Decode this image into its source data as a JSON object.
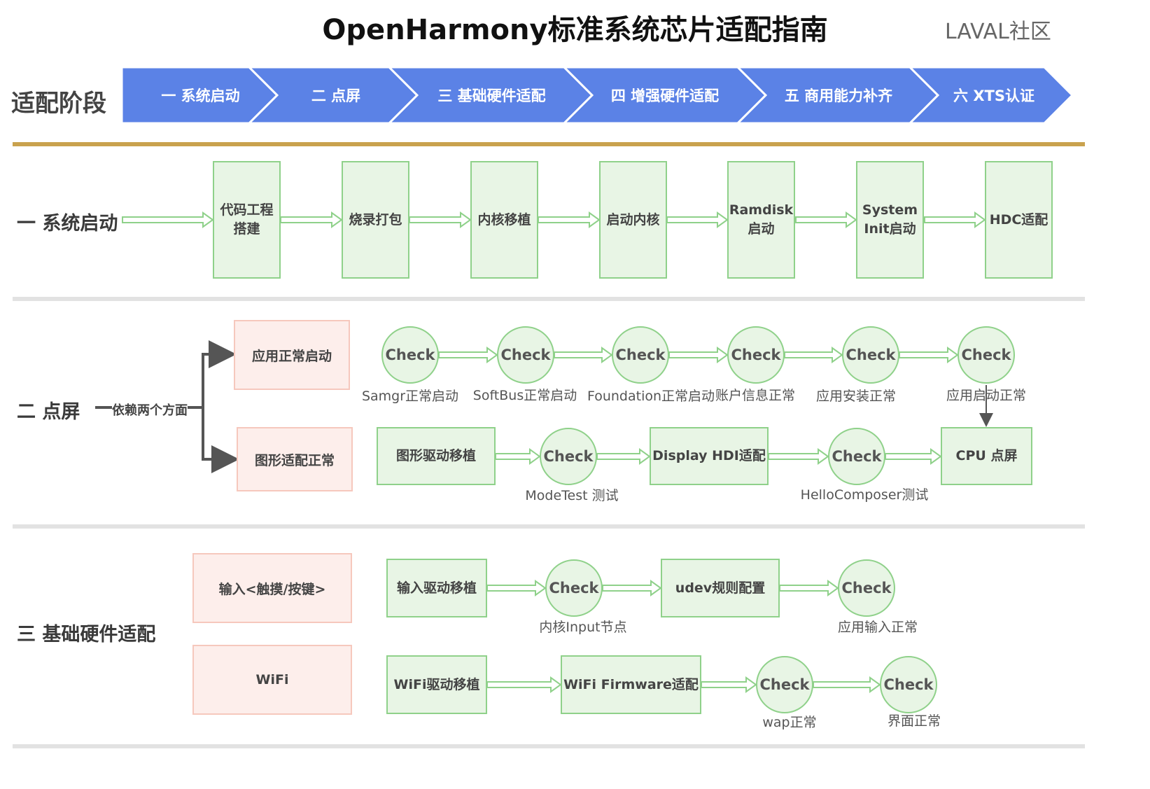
{
  "title": "OpenHarmony标准系统芯片适配指南",
  "brand": "LAVAL社区",
  "phase_label": "适配阶段",
  "colors": {
    "chevron": "#5b82e6",
    "green_fill": "#e8f5e5",
    "green_border": "#8fd18a",
    "pink_fill": "#fdeeeb",
    "pink_border": "#f6c8bd",
    "divider_gold": "#c9a24e"
  },
  "stages": [
    "一 系统启动",
    "二 点屏",
    "三 基础硬件适配",
    "四 增强硬件适配",
    "五 商用能力补齐",
    "六 XTS认证"
  ],
  "sec1": {
    "label": "一 系统启动",
    "steps": [
      "代码工程\n搭建",
      "烧录打包",
      "内核移植",
      "启动内核",
      "Ramdisk\n启动",
      "System\nInit启动",
      "HDC适配"
    ]
  },
  "sec2": {
    "label": "二 点屏",
    "dependency": "依赖两个方面",
    "branches": [
      "应用正常启动",
      "图形适配正常"
    ],
    "check_word": "Check",
    "checks_top": [
      "Samgr正常启动",
      "SoftBus正常启动",
      "Foundation正常启动",
      "账户信息正常",
      "应用安装正常",
      "应用启动正常"
    ],
    "row2": {
      "boxes": [
        "图形驱动移植",
        "Display HDI适配",
        "CPU 点屏"
      ],
      "captions": [
        "ModeTest 测试",
        "HelloComposer测试"
      ]
    }
  },
  "sec3": {
    "label": "三 基础硬件适配",
    "categories": [
      "输入<触摸/按键>",
      "WiFi"
    ],
    "input_row": {
      "boxes": [
        "输入驱动移植",
        "udev规则配置"
      ],
      "captions": [
        "内核Input节点",
        "应用输入正常"
      ]
    },
    "wifi_row": {
      "boxes": [
        "WiFi驱动移植",
        "WiFi Firmware适配"
      ],
      "captions": [
        "wap正常",
        "界面正常"
      ]
    }
  }
}
